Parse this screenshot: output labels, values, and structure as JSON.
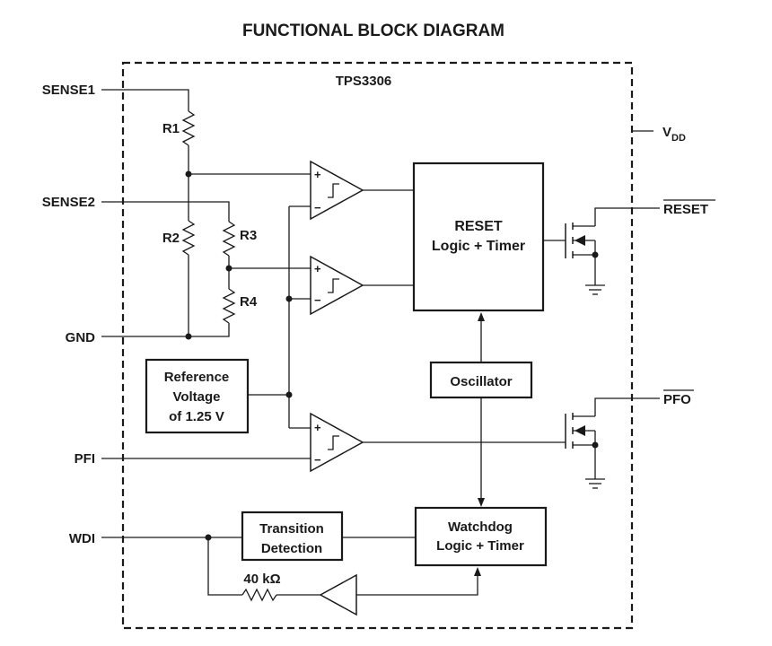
{
  "title": "FUNCTIONAL BLOCK DIAGRAM",
  "chip_name": "TPS3306",
  "vdd": {
    "main": "V",
    "sub": "DD"
  },
  "pins": {
    "sense1": "SENSE1",
    "sense2": "SENSE2",
    "gnd": "GND",
    "pfi": "PFI",
    "wdi": "WDI",
    "reset_out": "RESET",
    "pfo_out": "PFO"
  },
  "resistors": {
    "r1": "R1",
    "r2": "R2",
    "r3": "R3",
    "r4": "R4",
    "r_wdi": "40 kΩ"
  },
  "blocks": {
    "reset_logic": [
      "RESET",
      "Logic + Timer"
    ],
    "oscillator": "Oscillator",
    "reference": [
      "Reference",
      "Voltage",
      "of 1.25 V"
    ],
    "transition": [
      "Transition",
      "Detection"
    ],
    "watchdog": [
      "Watchdog",
      "Logic + Timer"
    ]
  },
  "comparator_signs": {
    "plus": "+",
    "minus": "−"
  }
}
